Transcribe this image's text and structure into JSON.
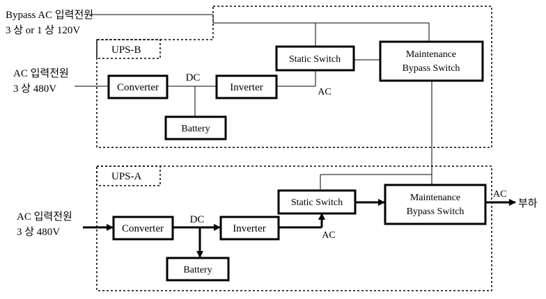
{
  "external": {
    "bypass_line1": "Bypass AC 입력전원",
    "bypass_line2": "3 상 or 1 상  120V",
    "acin_b_line1": "AC 입력전원",
    "acin_b_line2": "3 상  480V",
    "acin_a_line1": "AC 입력전원",
    "acin_a_line2": "3 상  480V",
    "load_label": "부하"
  },
  "ups_b": {
    "title": "UPS-B",
    "converter": "Converter",
    "dc": "DC",
    "inverter": "Inverter",
    "battery": "Battery",
    "static_switch": "Static Switch",
    "ac": "AC",
    "mbs_line1": "Maintenance",
    "mbs_line2": "Bypass Switch"
  },
  "ups_a": {
    "title": "UPS-A",
    "converter": "Converter",
    "dc": "DC",
    "inverter": "Inverter",
    "battery": "Battery",
    "static_switch": "Static Switch",
    "ac": "AC",
    "mbs_line1": "Maintenance",
    "mbs_line2": "Bypass Switch",
    "output_ac": "AC"
  }
}
